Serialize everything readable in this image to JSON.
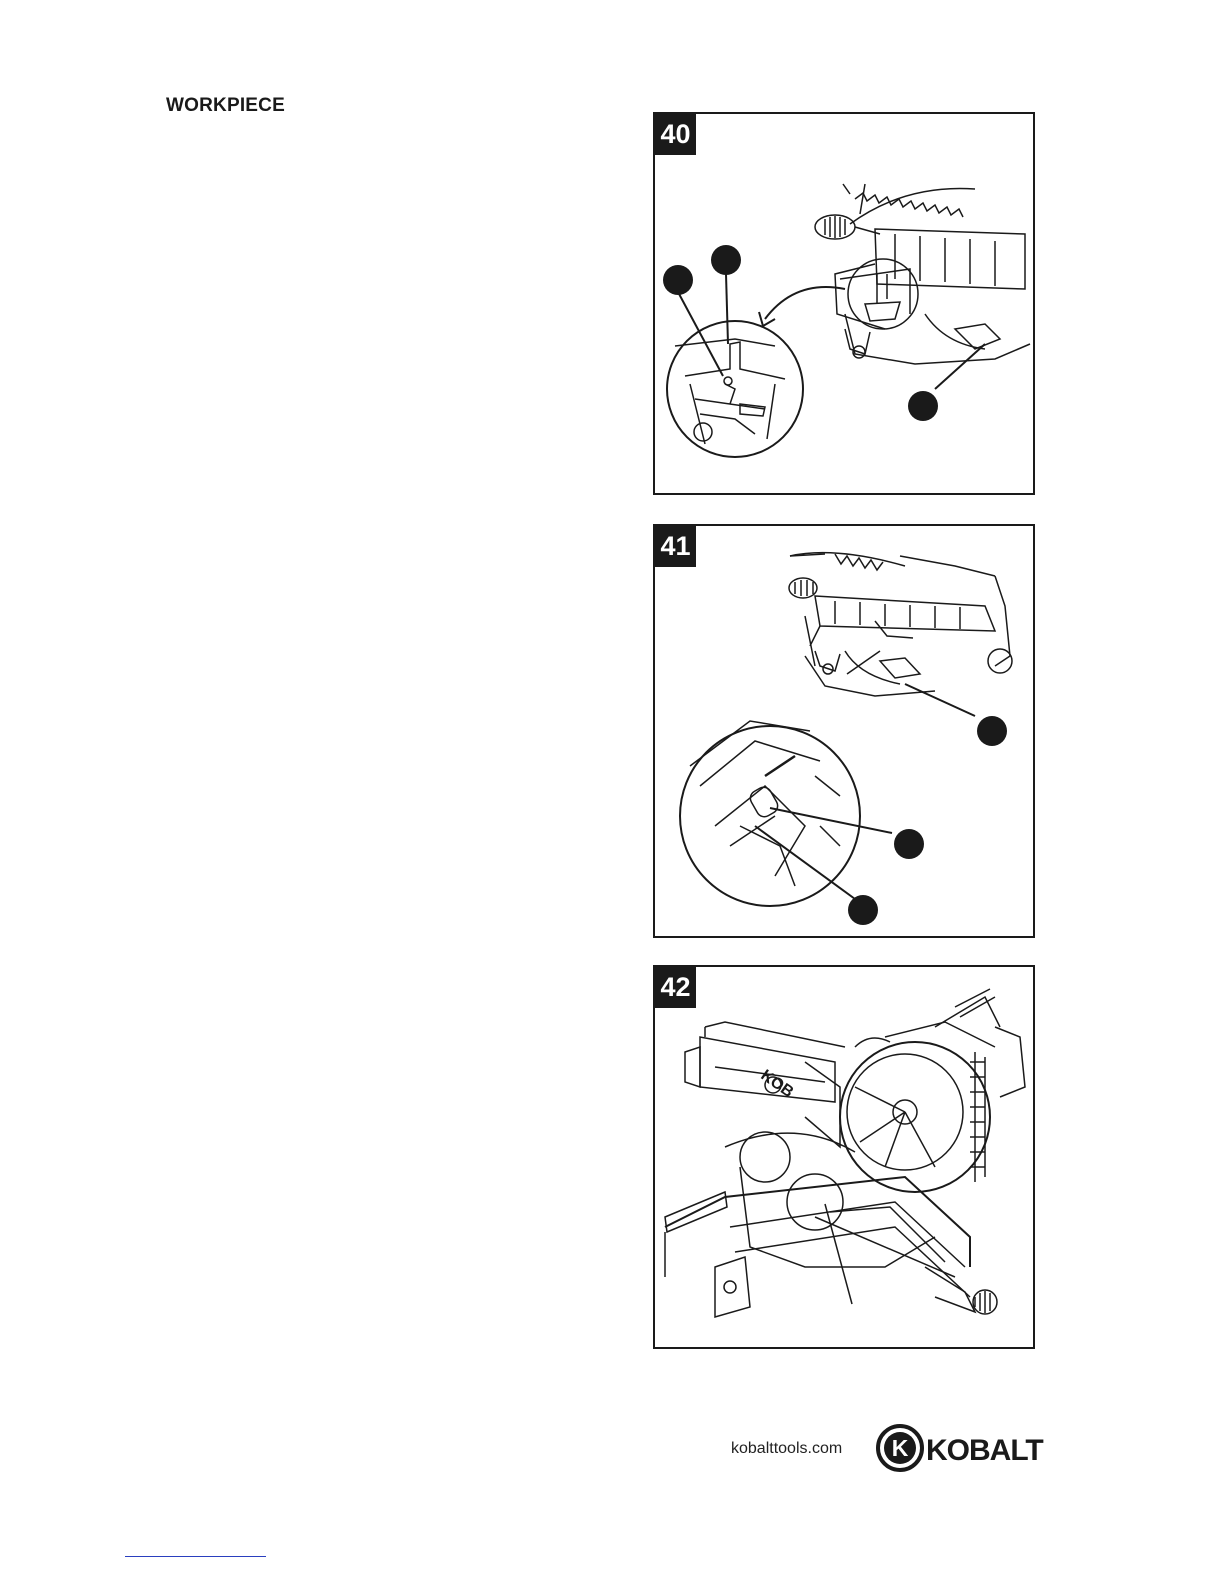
{
  "page": {
    "section_title": "WORKPIECE"
  },
  "figures": [
    {
      "number": "40"
    },
    {
      "number": "41"
    },
    {
      "number": "42"
    }
  ],
  "footer": {
    "url": "kobalttools.com",
    "logo_icon": "kobalt-logo-icon",
    "logo_letter": "K",
    "logo_word": "KOBALT"
  }
}
